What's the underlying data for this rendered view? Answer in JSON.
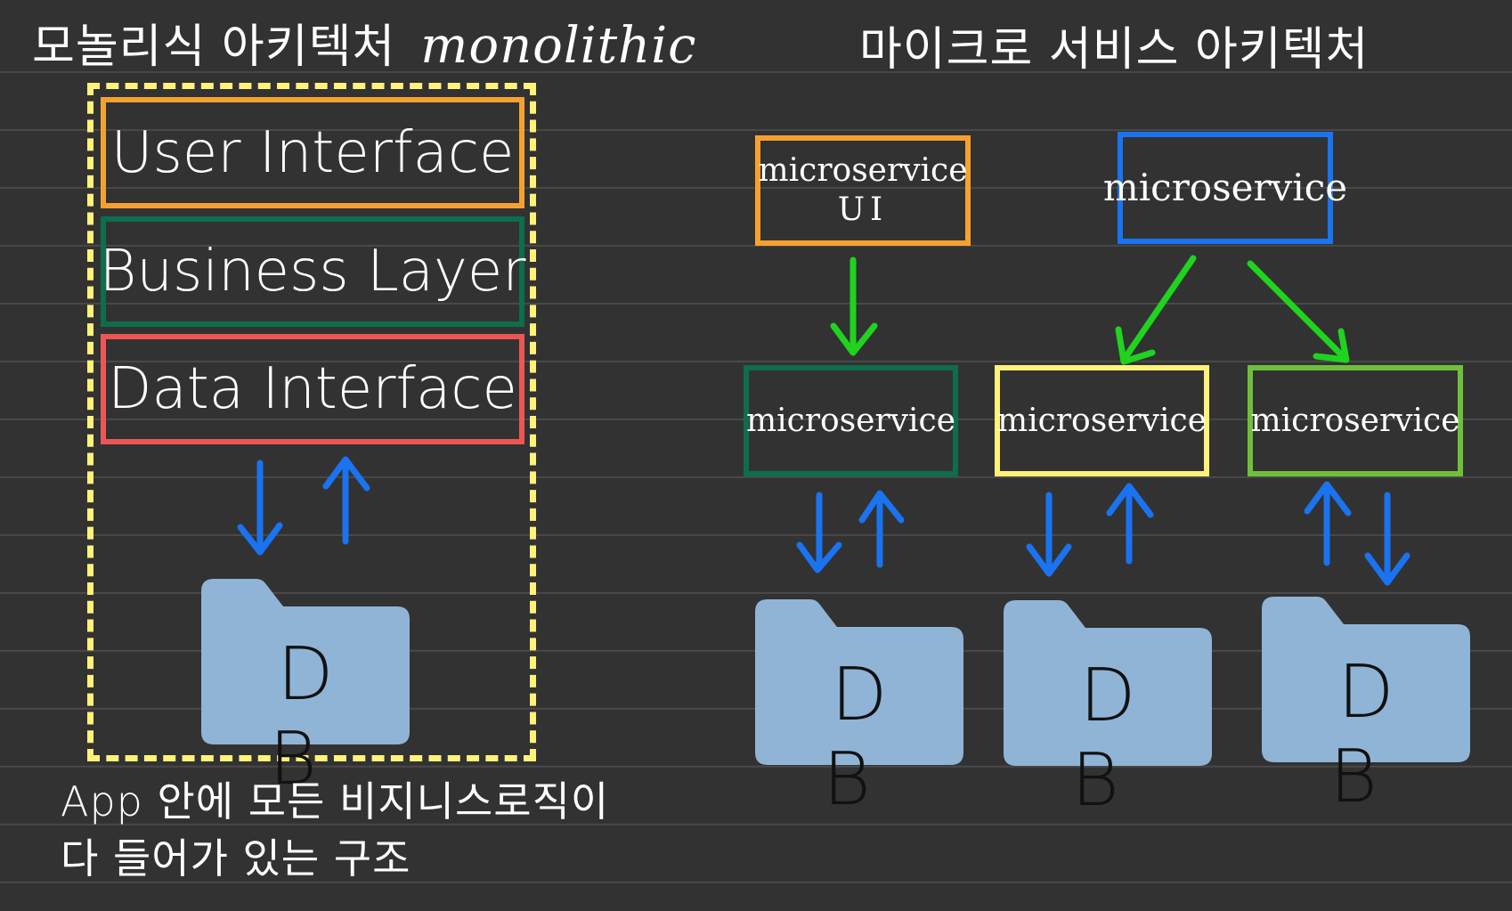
{
  "colors": {
    "background": "#323232",
    "ruled_line": "#4a4a4a",
    "frame_dashed": "#fff27a",
    "orange": "#f5a132",
    "dark_green": "#0e6e4b",
    "red": "#ee5656",
    "blue": "#1a73f0",
    "yellow": "#fff27a",
    "lime": "#6fbf3b",
    "arrow_green": "#1fd31f",
    "db_fill": "#8fb4d6"
  },
  "monolith": {
    "title_ko": "모놀리식 아키텍처",
    "title_en": "monolithic",
    "layers": [
      {
        "label": "User Interface",
        "color": "orange"
      },
      {
        "label": "Business Layer",
        "color": "dark_green"
      },
      {
        "label": "Data Interface",
        "color": "red"
      }
    ],
    "db_label": "D B",
    "caption_line1": "App 안에 모든 비지니스로직이",
    "caption_line2": "다 들어가 있는 구조"
  },
  "microservices": {
    "title": "마이크로 서비스 아키텍처",
    "top_left": {
      "line1": "microservice",
      "line2": "UI",
      "color": "orange"
    },
    "top_right": {
      "label": "microservice",
      "color": "blue"
    },
    "bottom": [
      {
        "label": "microservice",
        "color": "dark_green"
      },
      {
        "label": "microservice",
        "color": "yellow"
      },
      {
        "label": "microservice",
        "color": "lime"
      }
    ],
    "db_labels": [
      "D B",
      "D B",
      "D B"
    ]
  }
}
